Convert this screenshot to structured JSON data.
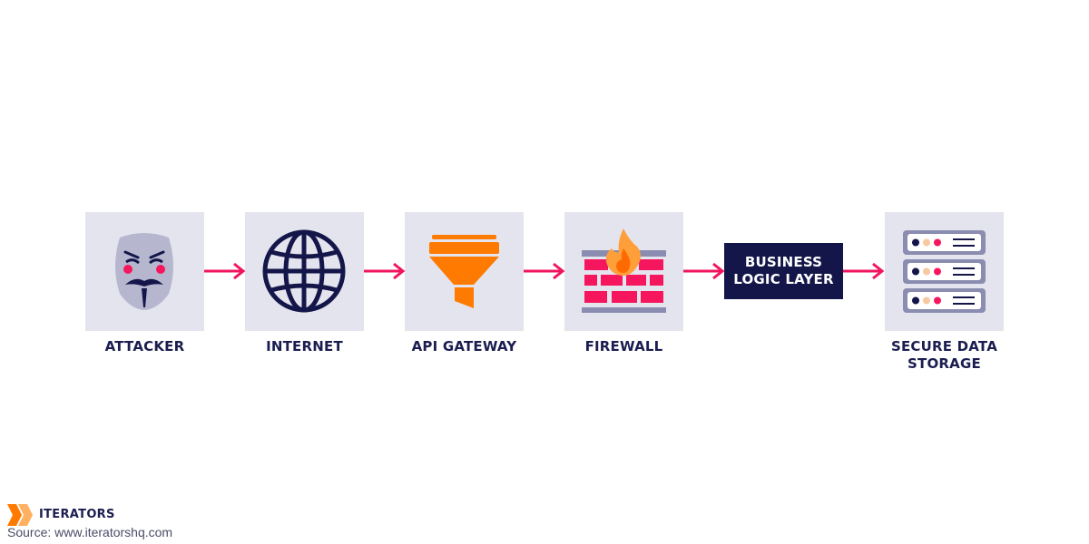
{
  "nodes": [
    {
      "id": "attacker",
      "label": "ATTACKER",
      "icon": "anonymous-mask-icon"
    },
    {
      "id": "internet",
      "label": "INTERNET",
      "icon": "globe-icon"
    },
    {
      "id": "api_gateway",
      "label": "API GATEWAY",
      "icon": "funnel-icon"
    },
    {
      "id": "firewall",
      "label": "FIREWALL",
      "icon": "firewall-brick-wall-icon"
    },
    {
      "id": "business_logic",
      "label": "BUSINESS\nLOGIC LAYER"
    },
    {
      "id": "secure_storage",
      "label": "SECURE DATA\nSTORAGE",
      "icon": "server-rack-icon"
    }
  ],
  "brand": {
    "name": "ITERATORS",
    "source": "Source: www.iteratorshq.com"
  },
  "colors": {
    "tile": "#e4e4ee",
    "navy": "#14164a",
    "arrow": "#f0155f",
    "orange": "#ff7a00",
    "pink": "#f5165e",
    "gray": "#8a8cb0"
  }
}
